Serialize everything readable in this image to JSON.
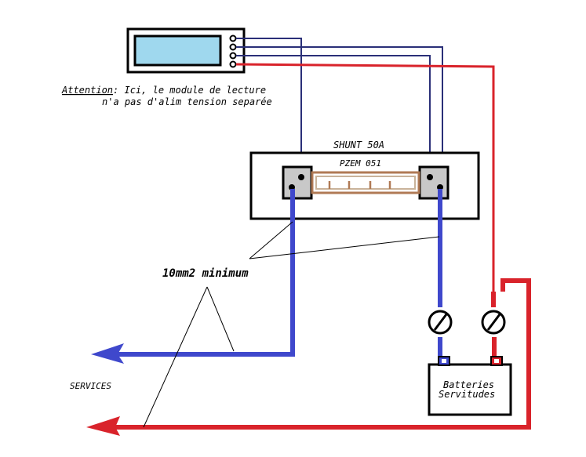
{
  "note": {
    "title": "Attention",
    "line1": ": Ici, le module de lecture",
    "line2": "n'a pas d'alim tension separée"
  },
  "shunt": {
    "title": "SHUNT 50A",
    "module": "PZEM 051"
  },
  "cable_note": "10mm2 minimum",
  "services_label": "SERVICES",
  "battery": {
    "line1": "Batteries",
    "line2": "Servitudes"
  },
  "colors": {
    "negative_wire": "#3f48cc",
    "positive_wire": "#d9232b",
    "signal_wire": "#2a2f78",
    "display": "#9fd8ee",
    "shunt_bar": "#c9b39a"
  }
}
